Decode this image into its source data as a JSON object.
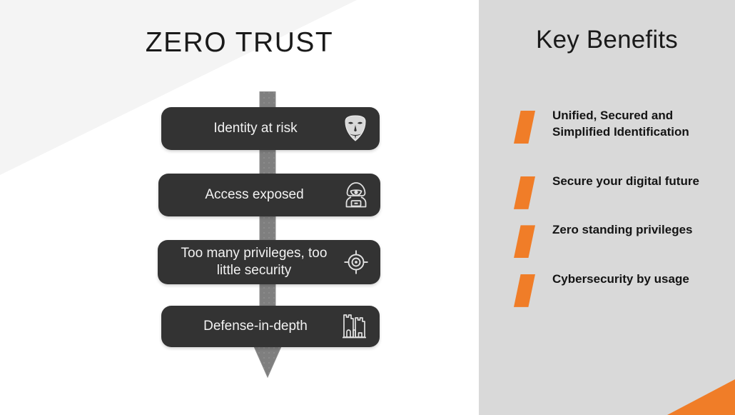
{
  "slide": {
    "title": "ZERO TRUST",
    "background_color": "#ffffff",
    "accent_color": "#f07d28",
    "panel_color": "#d9d9d9",
    "card_color": "#333333",
    "arrow_color": "#7f7f7f"
  },
  "flow": {
    "arrow_direction": "down",
    "steps": [
      {
        "label": "Identity at risk",
        "icon": "anonymous-mask-icon"
      },
      {
        "label": "Access exposed",
        "icon": "hooded-hacker-icon"
      },
      {
        "label": "Too many privileges, too little security",
        "icon": "crosshair-target-icon"
      },
      {
        "label": "Defense-in-depth",
        "icon": "castle-fortress-icon"
      }
    ]
  },
  "benefits": {
    "title": "Key Benefits",
    "items": [
      {
        "text": "Unified, Secured and Simplified Identification"
      },
      {
        "text": "Secure your digital future"
      },
      {
        "text": "Zero standing privileges"
      },
      {
        "text": "Cybersecurity by usage"
      }
    ]
  }
}
